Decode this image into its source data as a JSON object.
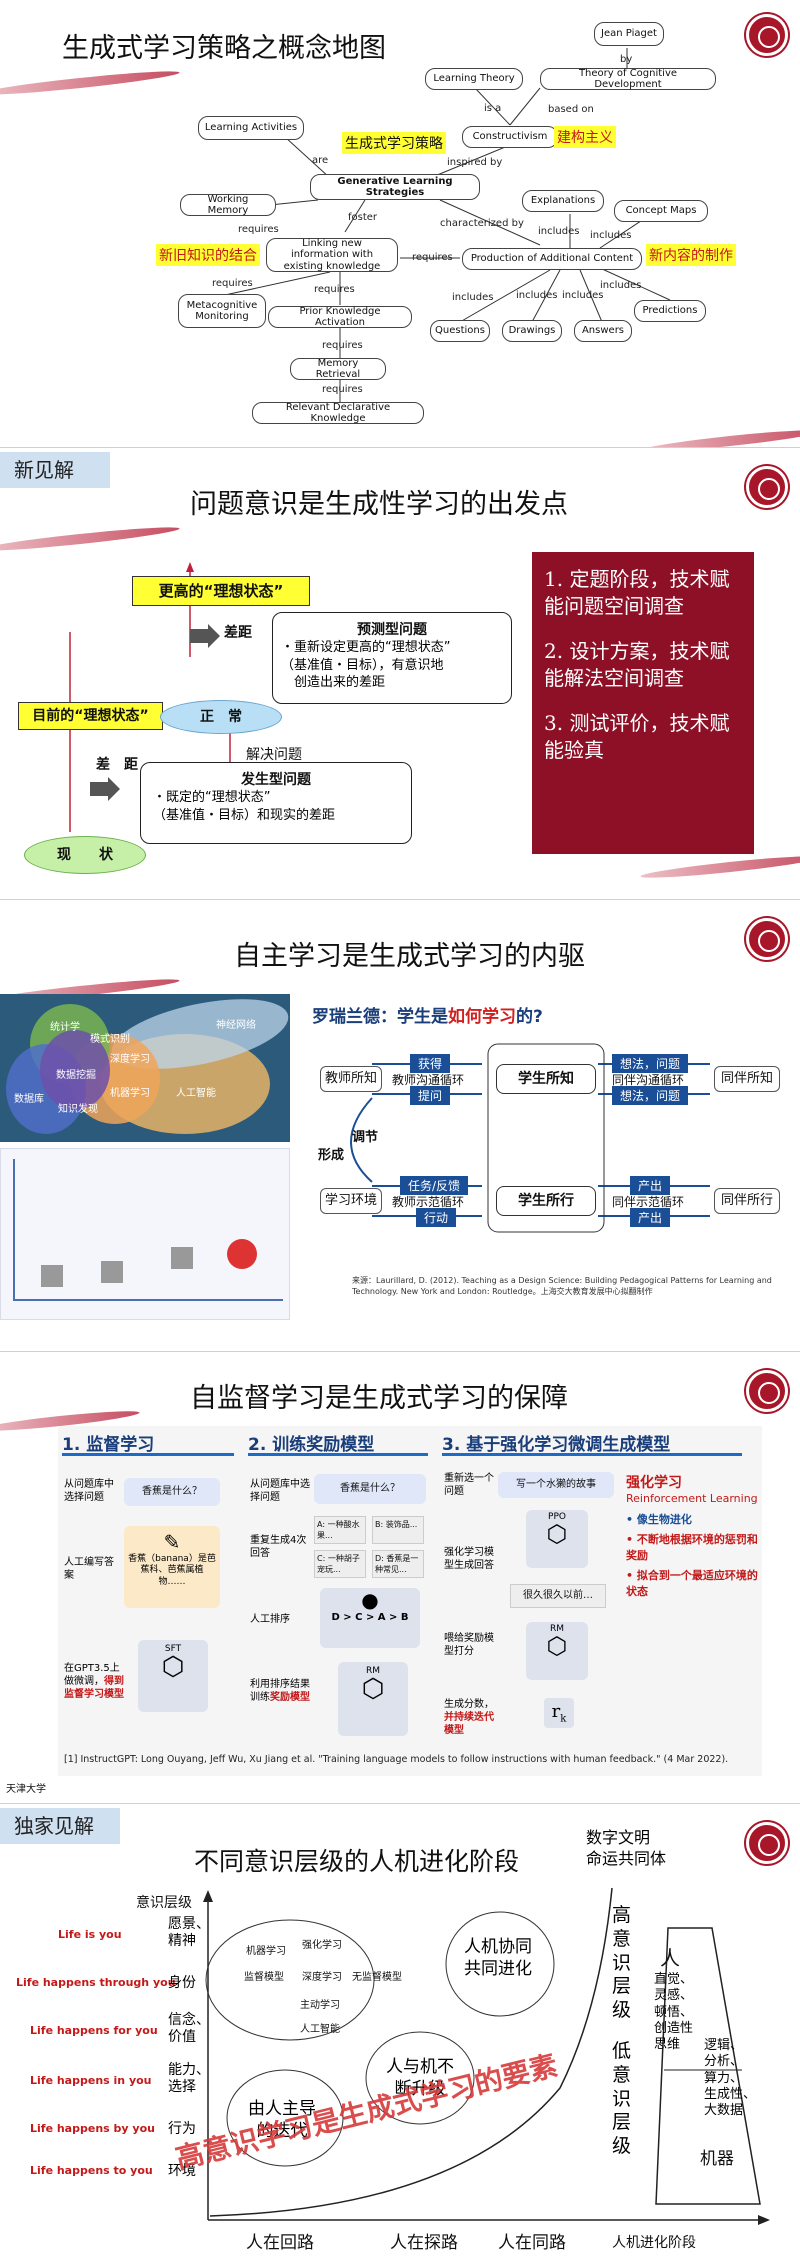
{
  "slide1": {
    "title": "生成式学习策略之概念地图",
    "nodes": {
      "jean_piaget": "Jean Piaget",
      "learning_theory": "Learning Theory",
      "theory_cognitive": "Theory of Cognitive Development",
      "learning_activities": "Learning Activities",
      "constructivism": "Constructivism",
      "gls": "Generative Learning Strategies",
      "working_memory": "Working Memory",
      "linking": "Linking new information with existing knowledge",
      "explanations": "Explanations",
      "concept_maps": "Concept Maps",
      "production": "Production of Additional Content",
      "metacognitive": "Metacognitive Monitoring",
      "prior_knowledge": "Prior Knowledge Activation",
      "predictions": "Predictions",
      "questions": "Questions",
      "drawings": "Drawings",
      "answers": "Answers",
      "memory_retrieval": "Memory Retrieval",
      "relevant_declarative": "Relevant Declarative Knowledge"
    },
    "edges": {
      "by": "by",
      "is_a": "is a",
      "based_on": "based on",
      "are": "are",
      "inspired_by": "inspired by",
      "foster": "foster",
      "characterized_by": "characterized by",
      "requires_wm": "requires",
      "requires_prod": "requires",
      "requires_meta": "requires",
      "requires_prior": "requires",
      "requires_mem": "requires",
      "includes_expl": "includes",
      "includes_concept": "includes",
      "includes_q": "includes",
      "includes_d": "includes",
      "includes_a": "includes",
      "includes_p": "includes"
    },
    "highlights": {
      "gls_cn": "生成式学习策略",
      "constructivism_cn": "建构主义",
      "link_cn": "新旧知识的结合",
      "content_cn": "新内容的制作"
    }
  },
  "slide2": {
    "tag": "新见解",
    "title": "问题意识是生成性学习的出发点",
    "higher_ideal": "更高的“理想状态”",
    "current_ideal": "目前的“理想状态”",
    "normal": "正　常",
    "status": "现　　状",
    "gap_top": "差距",
    "gap_bottom": "差　距",
    "solve": "解决问题",
    "predict_title": "预测型问题",
    "predict_body": "・重新设定更高的“理想状态”\n（基准值・目标），有意识地\n　创造出来的差距",
    "occur_title": "发生型问题",
    "occur_body": "・既定的“理想状态”\n（基准值・目标）和现实的差距",
    "steps": [
      {
        "num": "1.",
        "text": "定题阶段，技术赋能问题空间调查"
      },
      {
        "num": "2.",
        "text": "设计方案，技术赋能解法空间调查"
      },
      {
        "num": "3.",
        "text": "测试评价，技术赋能验真"
      }
    ]
  },
  "slide3": {
    "title": "自主学习是生成式学习的内驱",
    "venn": [
      "统计学",
      "模式识别",
      "神经网络",
      "深度学习",
      "数据挖掘",
      "机器学习",
      "人工智能",
      "数据库",
      "知识发现"
    ],
    "diagram_title_prefix": "罗瑞兰德：学生是",
    "diagram_title_em": "如何学习",
    "diagram_title_suffix": "的?",
    "boxes": {
      "teacher_know": "教师所知",
      "student_know": "学生所知",
      "peer_know": "同伴所知",
      "learn_env": "学习环境",
      "student_do": "学生所行",
      "peer_do": "同伴所行"
    },
    "labels": {
      "acquire": "获得",
      "ask": "提问",
      "teacher_comm": "教师沟通循环",
      "idea_q1": "想法，问题",
      "idea_q2": "想法，问题",
      "peer_comm": "同伴沟通循环",
      "adjust": "调节",
      "form": "形成",
      "task": "任务/反馈",
      "teacher_demo": "教师示范循环",
      "output1": "产出",
      "output2": "产出",
      "peer_demo": "同伴示范循环",
      "action": "行动"
    },
    "source": "来源：Laurillard, D. (2012). Teaching as a Design Science: Building Pedagogical Patterns for Learning and Technology. New York and London: Routledge。上海交大教育发展中心拟翻制作"
  },
  "slide4": {
    "title": "自监督学习是生成式学习的保障",
    "col1": {
      "header": "1. 监督学习",
      "step1": "从问题库中选择问题",
      "bubble": "香蕉是什么？",
      "step2": "人工编写答案",
      "answer": "香蕉（banana）是芭蕉科、芭蕉属植物……",
      "step3_a": "在GPT3.5上做微调，",
      "step3_b": "得到监督学习模型",
      "model": "SFT"
    },
    "col2": {
      "header": "2. 训练奖励模型",
      "step1": "从问题库中选择问题",
      "bubble": "香蕉是什么？",
      "step2": "重复生成4次回答",
      "opts": [
        "A: 一种酸水果...",
        "B: 装饰品...",
        "C: 一种胡子宠玩...",
        "D: 香蕉是一种常见..."
      ],
      "step3": "人工排序",
      "rank": "D > C > A > B",
      "step4_a": "利用排序结果训练",
      "step4_b": "奖励模型",
      "model": "RM"
    },
    "col3": {
      "header": "3. 基于强化学习微调生成模型",
      "step1": "重新选一个问题",
      "bubble": "写一个水獭的故事",
      "step2": "强化学习模型生成回答",
      "model_ppo": "PPO",
      "story": "很久很久以前…",
      "step3": "喂给奖励模型打分",
      "model_rm": "RM",
      "step4_a": "生成分数，",
      "step4_b": "并持续迭代模型",
      "rk": "r",
      "rk_sub": "k"
    },
    "rl": {
      "title": "强化学习",
      "en": "Reinforcement Learning",
      "points": [
        "像生物进化",
        "不断地根据环境的惩罚和奖励",
        "拟合到一个最适应环境的状态"
      ]
    },
    "footnote": "[1] InstructGPT: Long Ouyang, Jeff Wu, Xu Jiang et al. \"Training language models to follow instructions with human feedback.\" (4 Mar 2022).",
    "org": "天津大学"
  },
  "slide5": {
    "tag": "独家见解",
    "title": "不同意识层级的人机进化阶段",
    "consciousness_level": "意识层级",
    "top_right": "数字文明\n命运共同体",
    "life_rows": [
      {
        "life": "Life is you",
        "level": "愿景、\n精神"
      },
      {
        "life": "Life happens through you",
        "level": "身份"
      },
      {
        "life": "Life happens for you",
        "level": "信念、\n价值"
      },
      {
        "life": "Life happens in you",
        "level": "能力、\n选择"
      },
      {
        "life": "Life happens by you",
        "level": "行为"
      },
      {
        "life": "Life happens to you",
        "level": "环境"
      }
    ],
    "inner": [
      "强化学习",
      "机器学习",
      "监督模型",
      "深度学习",
      "无监督模型",
      "主动学习",
      "人工智能"
    ],
    "stages": {
      "human_led": "由人主导\n的迭代",
      "human_ai": "人与机不\n断升级",
      "co_evolve": "人机协同\n共同进化"
    },
    "high_level": "高\n意\n识\n层\n级",
    "low_level": "低\n意\n识\n层\n级",
    "human": "人",
    "human_traits": "直觉、\n灵感、\n顿悟、\n创造性\n思维",
    "machine_traits": "逻辑、\n分析、\n算力、\n生成性、\n大数据",
    "machine": "机器",
    "x_axis": [
      "人在回路",
      "人在探路",
      "人在同路",
      "人机进化阶段"
    ],
    "overlay": "高意识学习是生成式学习的要素"
  }
}
